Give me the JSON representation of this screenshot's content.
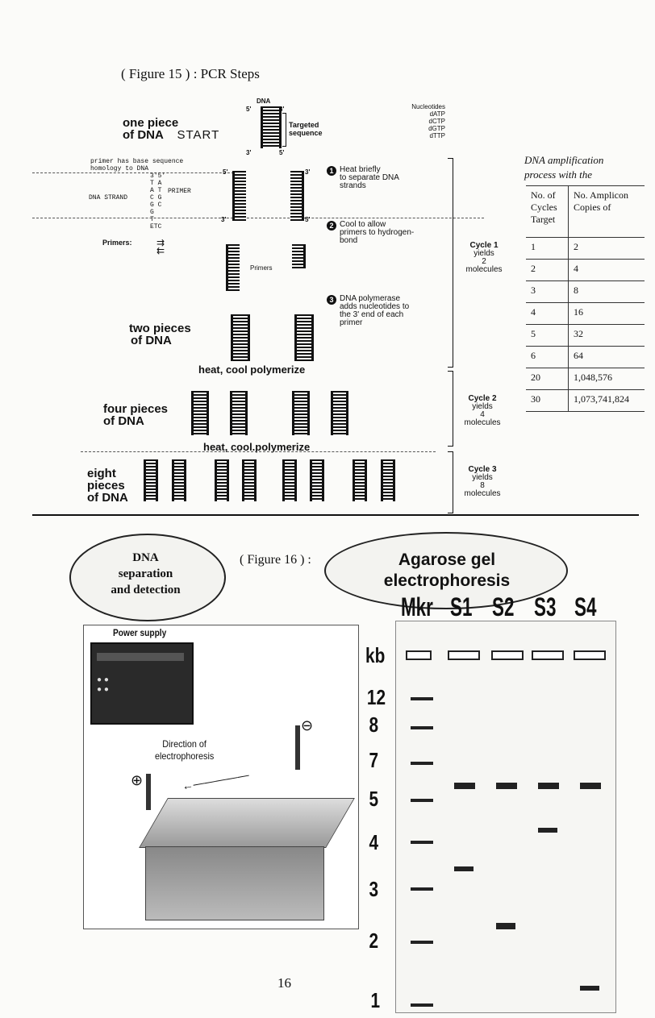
{
  "fig15": {
    "title": "( Figure 15 ) : PCR Steps",
    "dna_label": "DNA",
    "one_piece": "one piece",
    "of_dna_start": "of DNA",
    "start": "START",
    "five_prime": "5'",
    "three_prime": "3'",
    "targeted": "Targeted",
    "sequence": "sequence",
    "nucleotides": [
      "Nucleotides",
      "dATP",
      "dCTP",
      "dGTP",
      "dTTP"
    ],
    "primer_note_1": "primer has base sequence",
    "primer_note_2": "homology to DNA",
    "primer_cols": "3'5'",
    "primer_seq": [
      "T A",
      "A T",
      "C G",
      "G C",
      "G",
      "T",
      "ETC"
    ],
    "primer_word": "PRIMER",
    "dna_strand": "DNA STRAND",
    "primers_label": "Primers:",
    "primers_inner": "Primers",
    "steps": [
      {
        "num": "1",
        "text": [
          "Heat briefly",
          "to separate DNA",
          "strands"
        ]
      },
      {
        "num": "2",
        "text": [
          "Cool to allow",
          "primers to hydrogen-",
          "bond"
        ]
      },
      {
        "num": "3",
        "text": [
          "DNA polymerase",
          "adds nucleotides to",
          "the 3' end of each",
          "primer"
        ]
      }
    ],
    "two_pieces": [
      "two pieces",
      "of DNA"
    ],
    "heat1": "heat, cool polymerize",
    "four_pieces": [
      "four pieces",
      "of DNA"
    ],
    "heat2": "heat, cool.polymerize",
    "eight_pieces": [
      "eight",
      "pieces",
      "of DNA"
    ],
    "cycles": [
      [
        "Cycle 1",
        "yields",
        "2",
        "molecules"
      ],
      [
        "Cycle 2",
        "yields",
        "4",
        "molecules"
      ],
      [
        "Cycle 3",
        "yields",
        "8",
        "molecules"
      ]
    ],
    "table_caption": [
      "DNA amplification",
      "process with the"
    ],
    "table_header": [
      [
        "No. of",
        "Cycles",
        "Target"
      ],
      [
        "No. Amplicon",
        "Copies of"
      ]
    ],
    "table_rows": [
      [
        "1",
        "2"
      ],
      [
        "2",
        "4"
      ],
      [
        "3",
        "8"
      ],
      [
        "4",
        "16"
      ],
      [
        "5",
        "32"
      ],
      [
        "6",
        "64"
      ],
      [
        "20",
        "1,048,576"
      ],
      [
        "30",
        "1,073,741,824"
      ]
    ]
  },
  "fig16": {
    "bubble_text": [
      "DNA",
      "separation",
      "and detection"
    ],
    "title": "( Figure 16 ) :",
    "agarose": [
      "Agarose gel",
      "electrophoresis"
    ],
    "power_supply": "Power supply",
    "direction": [
      "Direction of",
      "electrophoresis"
    ],
    "minus": "⊖",
    "plus": "⊕",
    "lanes": [
      "Mkr",
      "S1",
      "S2",
      "S3",
      "S4"
    ],
    "kb": "kb",
    "ladder": [
      "12",
      "8",
      "7",
      "5",
      "4",
      "3",
      "2",
      "1"
    ]
  },
  "page_number": "16"
}
